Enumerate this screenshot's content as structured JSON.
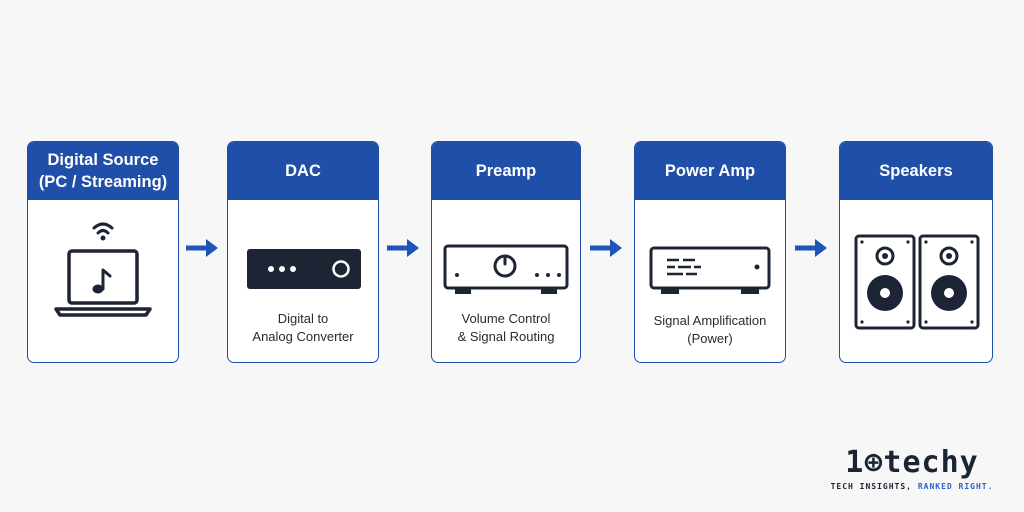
{
  "stages": [
    {
      "title": "Digital Source\n(PC / Streaming)",
      "caption": "",
      "icon": "laptop-music-wifi-icon"
    },
    {
      "title": "DAC",
      "caption": "Digital to\nAnalog Converter",
      "icon": "dac-device-icon"
    },
    {
      "title": "Preamp",
      "caption": "Volume Control\n& Signal Routing",
      "icon": "preamp-device-icon"
    },
    {
      "title": "Power Amp",
      "caption": "Signal Amplification\n(Power)",
      "icon": "power-amp-device-icon"
    },
    {
      "title": "Speakers",
      "caption": "",
      "icon": "speakers-icon"
    }
  ],
  "connector_icon": "arrow-right-icon",
  "logo": {
    "text": "1⊕techy",
    "tagline_main": "TECH INSIGHTS, ",
    "tagline_accent": "RANKED RIGHT."
  },
  "colors": {
    "header_blue": "#1f4fa9",
    "arrow_blue": "#1f55b8",
    "icon_dark": "#1d2433",
    "background": "#f7f7f8"
  }
}
